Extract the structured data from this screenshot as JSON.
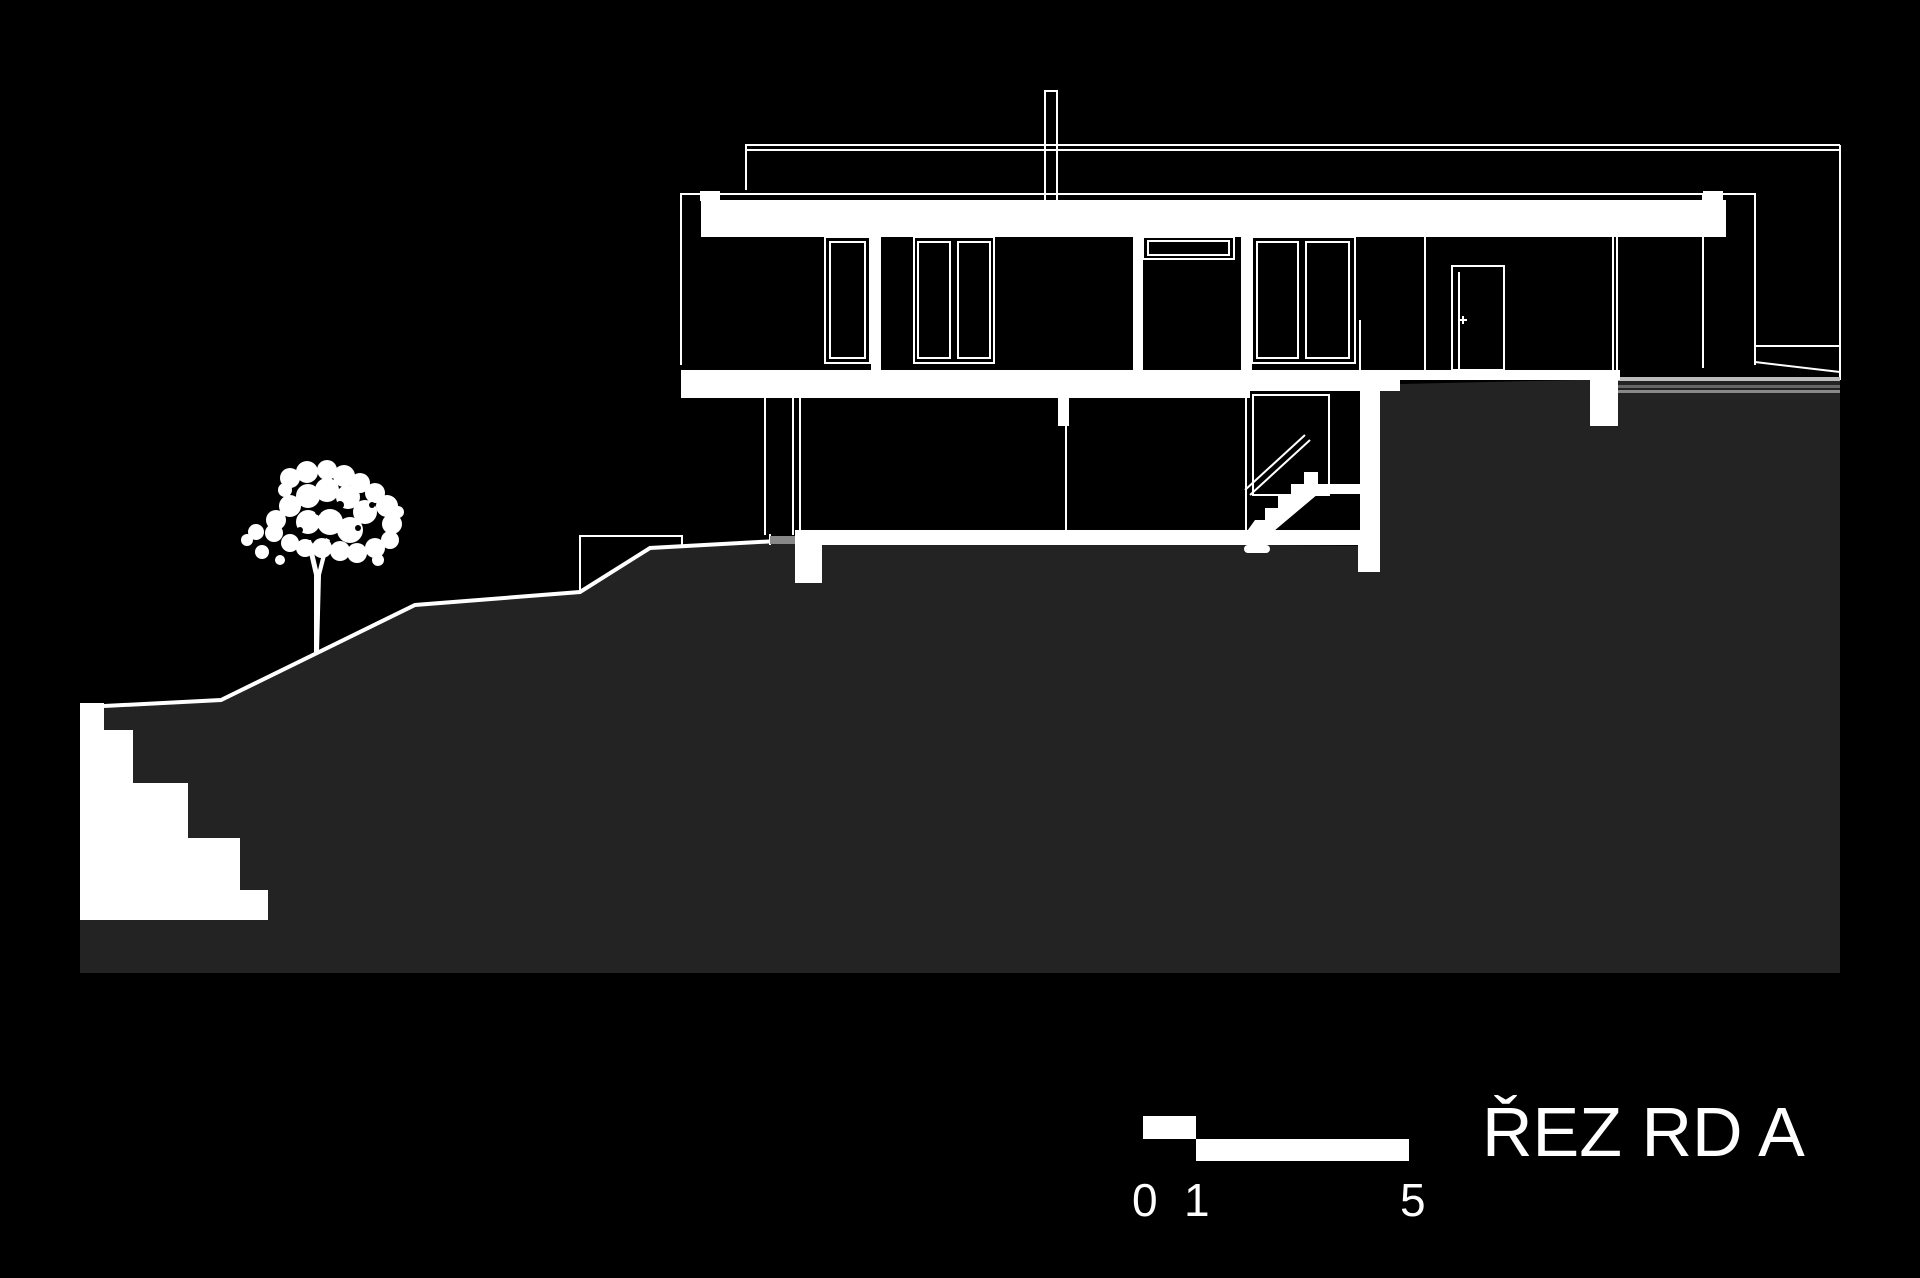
{
  "drawing": {
    "title": "ŘEZ RD A",
    "scale_bar": {
      "labels": [
        "0",
        "1",
        "5"
      ],
      "units_shown": [
        0,
        1,
        5
      ]
    },
    "colors": {
      "background": "#000000",
      "ground": "#232323",
      "section_cut": "#ffffff",
      "elevation_lines": "#ffffff"
    }
  }
}
